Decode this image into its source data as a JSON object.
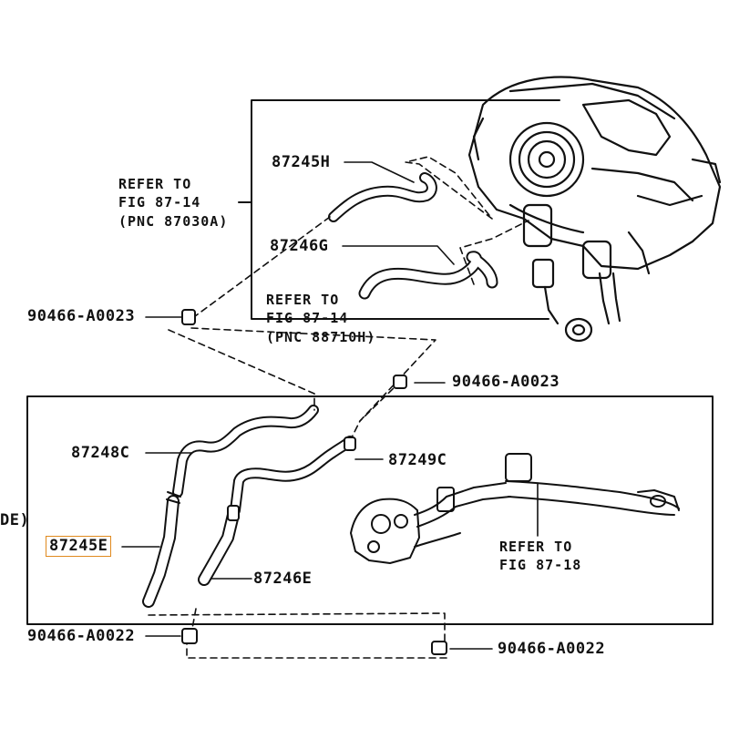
{
  "labels": {
    "p87245H": "87245H",
    "p87246G": "87246G",
    "p87248C": "87248C",
    "p87249C": "87249C",
    "p87245E": "87245E",
    "p87246E": "87246E",
    "c_top_left": "90466-A0023",
    "c_mid_right": "90466-A0023",
    "c_bottom_left": "90466-A0022",
    "c_bottom_right": "90466-A0022",
    "edge_fragment": "DE)"
  },
  "references": {
    "ref1": [
      "REFER TO",
      "FIG 87-14",
      "(PNC 87030A)"
    ],
    "ref2": [
      "REFER TO",
      "FIG 87-14",
      "(PNC 88710H)"
    ],
    "ref3": [
      "REFER TO",
      "FIG 87-18"
    ]
  },
  "highlight": {
    "part": "87245E",
    "color": "#e08a1e"
  }
}
